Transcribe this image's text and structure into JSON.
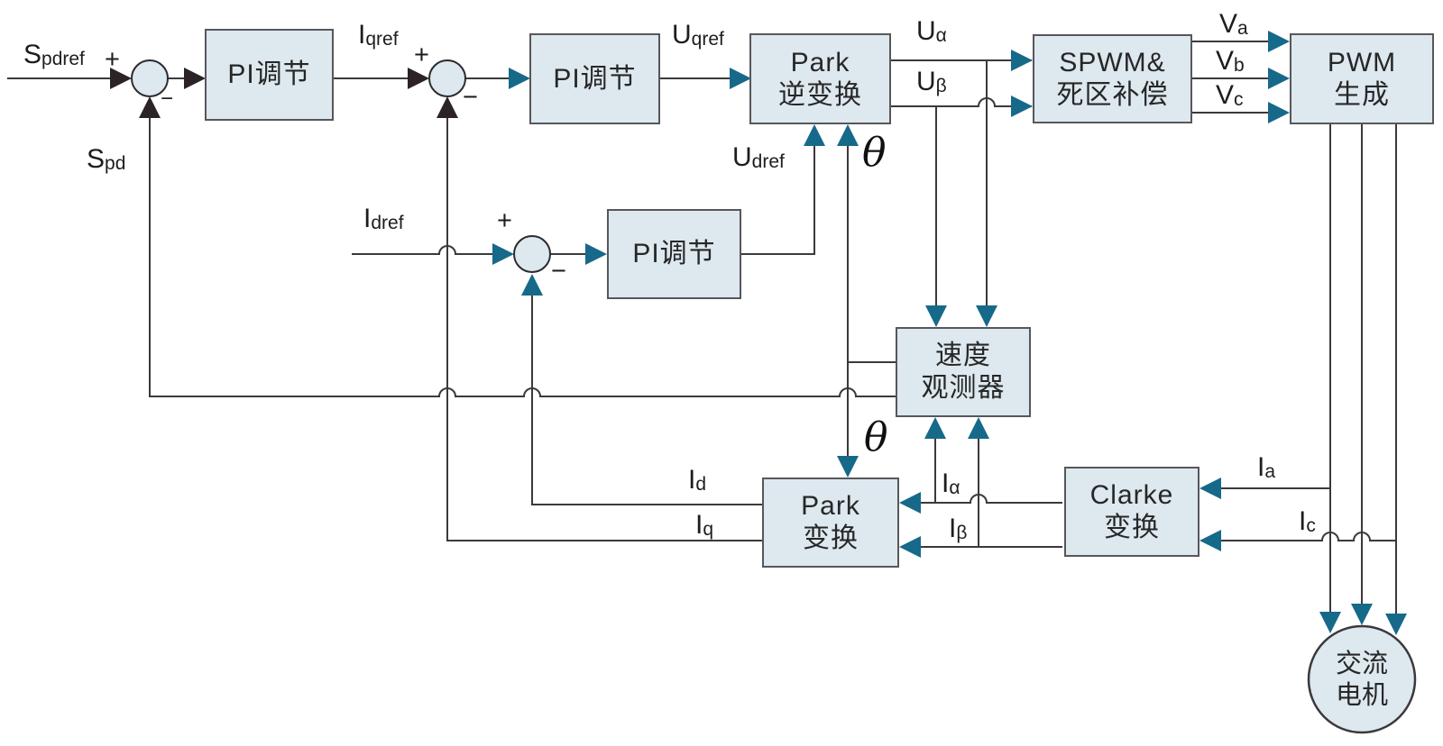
{
  "blocks": {
    "pi_speed": {
      "label": "PI调节"
    },
    "pi_iq": {
      "label": "PI调节"
    },
    "pi_id": {
      "label": "PI调节"
    },
    "park_inverse": {
      "line1": "Park",
      "line2": "逆变换"
    },
    "spwm_deadzone": {
      "line1": "SPWM&",
      "line2": "死区补偿"
    },
    "pwm_gen": {
      "line1": "PWM",
      "line2": "生成"
    },
    "speed_observer": {
      "line1": "速度",
      "line2": "观测器"
    },
    "park": {
      "line1": "Park",
      "line2": "变换"
    },
    "clarke": {
      "line1": "Clarke",
      "line2": "变换"
    },
    "ac_motor": {
      "line1": "交流",
      "line2": "电机"
    }
  },
  "signals": {
    "spdref": {
      "main": "S",
      "sub": "pdref"
    },
    "spd": {
      "main": "S",
      "sub": "pd"
    },
    "iqref": {
      "main": "I",
      "sub": "qref"
    },
    "idref": {
      "main": "I",
      "sub": "dref"
    },
    "uqref": {
      "main": "U",
      "sub": "qref"
    },
    "udref": {
      "main": "U",
      "sub": "dref"
    },
    "u_alpha": {
      "main": "U",
      "sub": "α"
    },
    "u_beta": {
      "main": "U",
      "sub": "β"
    },
    "va": {
      "main": "V",
      "sub": "a"
    },
    "vb": {
      "main": "V",
      "sub": "b"
    },
    "vc": {
      "main": "V",
      "sub": "c"
    },
    "ia": {
      "main": "I",
      "sub": "a"
    },
    "ic": {
      "main": "I",
      "sub": "c"
    },
    "i_alpha": {
      "main": "I",
      "sub": "α"
    },
    "i_beta": {
      "main": "I",
      "sub": "β"
    },
    "id": {
      "main": "I",
      "sub": "d"
    },
    "iq": {
      "main": "I",
      "sub": "q"
    },
    "theta": "θ"
  },
  "signs": {
    "plus": "+",
    "minus": "−"
  },
  "colors": {
    "block_fill": "#dde8ef",
    "block_border": "#57575b",
    "wire": "#3b393c",
    "arrow_black": "#2b2326",
    "arrow_teal": "#17698a",
    "background": "#ffffff"
  }
}
